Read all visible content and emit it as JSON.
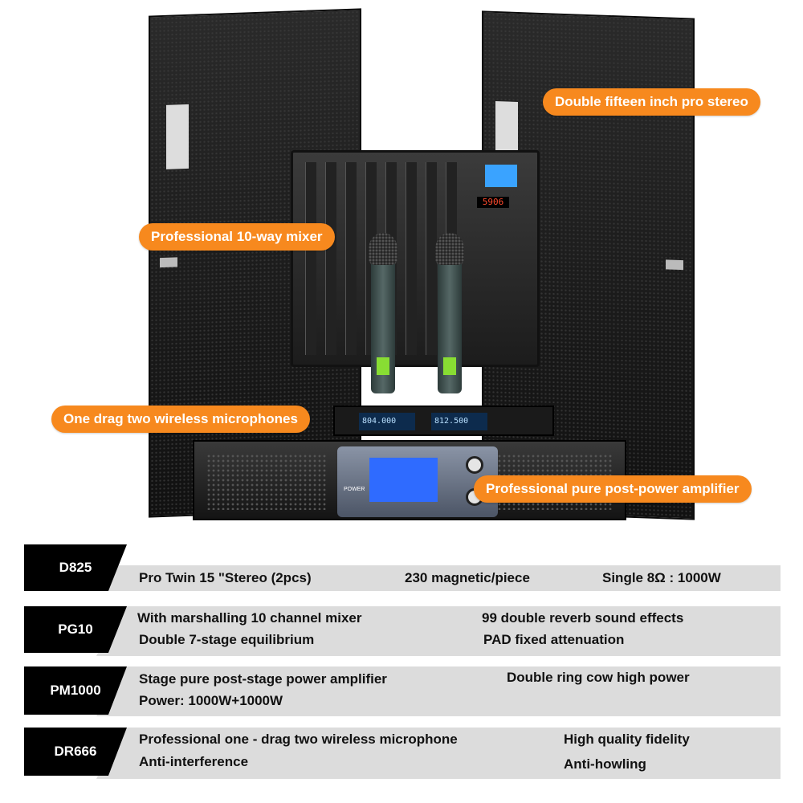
{
  "callouts": {
    "speakers": "Double fifteen inch pro stereo",
    "mixer": "Professional 10-way mixer",
    "microphones": "One drag two wireless microphones",
    "amplifier": "Professional pure post-power amplifier"
  },
  "device_text": {
    "mixer_led": "5906",
    "receiver_left": "804.000",
    "receiver_right": "812.500",
    "amp_power_label": "POWER"
  },
  "specs": [
    {
      "model": "D825",
      "lines": [
        "Pro Twin 15 \"Stereo (2pcs)",
        "230 magnetic/piece",
        "Single 8Ω : 1000W"
      ]
    },
    {
      "model": "PG10",
      "lines": [
        "With marshalling 10 channel mixer",
        "Double 7-stage equilibrium",
        "99 double reverb sound effects",
        "PAD fixed attenuation"
      ]
    },
    {
      "model": "PM1000",
      "lines": [
        "Stage pure post-stage power amplifier",
        "Power: 1000W+1000W",
        "Double ring cow high power"
      ]
    },
    {
      "model": "DR666",
      "lines": [
        "Professional one - drag two wireless microphone",
        "Anti-interference",
        "High quality fidelity",
        "Anti-howling"
      ]
    }
  ]
}
